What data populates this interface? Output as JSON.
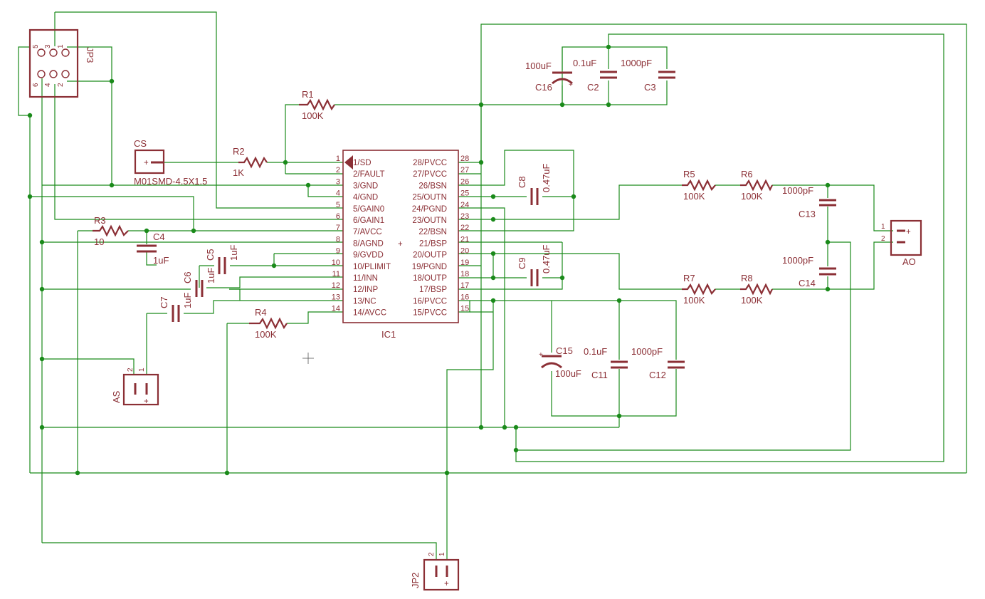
{
  "ic1": {
    "name": "IC1",
    "pins_left": [
      "1/SD",
      "2/FAULT",
      "3/GND",
      "4/GND",
      "5/GAIN0",
      "6/GAIN1",
      "7/AVCC",
      "8/AGND",
      "9/GVDD",
      "10/PLIMIT",
      "11/INN",
      "12/INP",
      "13/NC",
      "14/AVCC"
    ],
    "pins_right": [
      "28/PVCC",
      "27/PVCC",
      "26/BSN",
      "25/OUTN",
      "24/PGND",
      "23/OUTN",
      "22/BSN",
      "21/BSP",
      "20/OUTP",
      "19/PGND",
      "18/OUTP",
      "17/BSP",
      "16/PVCC",
      "15/PVCC"
    ],
    "nums_left": [
      "1",
      "2",
      "3",
      "4",
      "5",
      "6",
      "7",
      "8",
      "9",
      "10",
      "11",
      "12",
      "13",
      "14"
    ],
    "nums_right": [
      "28",
      "27",
      "26",
      "25",
      "24",
      "23",
      "22",
      "21",
      "20",
      "19",
      "18",
      "17",
      "16",
      "15"
    ]
  },
  "resistors": {
    "r1": {
      "name": "R1",
      "value": "100K"
    },
    "r2": {
      "name": "R2",
      "value": "1K"
    },
    "r3": {
      "name": "R3",
      "value": "10"
    },
    "r4": {
      "name": "R4",
      "value": "100K"
    },
    "r5": {
      "name": "R5",
      "value": "100K"
    },
    "r6": {
      "name": "R6",
      "value": "100K"
    },
    "r7": {
      "name": "R7",
      "value": "100K"
    },
    "r8": {
      "name": "R8",
      "value": "100K"
    }
  },
  "capacitors": {
    "c2": {
      "name": "C2",
      "value": "0.1uF"
    },
    "c3": {
      "name": "C3",
      "value": "1000pF"
    },
    "c4": {
      "name": "C4",
      "value": "1uF"
    },
    "c5": {
      "name": "C5",
      "value": "1uF"
    },
    "c6": {
      "name": "C6",
      "value": "1uF"
    },
    "c7": {
      "name": "C7",
      "value": "1uF"
    },
    "c8": {
      "name": "C8",
      "value": "0.47uF"
    },
    "c9": {
      "name": "C9",
      "value": "0.47uF"
    },
    "c11": {
      "name": "C11",
      "value": "0.1uF"
    },
    "c12": {
      "name": "C12",
      "value": "1000pF"
    },
    "c13": {
      "name": "C13",
      "value": "1000pF"
    },
    "c14": {
      "name": "C14",
      "value": "1000pF"
    },
    "c15": {
      "name": "C15",
      "value": "100uF"
    },
    "c16": {
      "name": "C16",
      "value": "100uF"
    }
  },
  "connectors": {
    "cs": {
      "name": "CS",
      "package": "M01SMD-4.5X1.5"
    },
    "as": {
      "name": "AS",
      "pin1": "1",
      "pin2": "2"
    },
    "ao": {
      "name": "AO",
      "pin1": "1",
      "pin2": "2"
    },
    "jp2": {
      "name": "JP2",
      "pin1": "1",
      "pin2": "2"
    },
    "jp3": {
      "name": "JP3",
      "pins_top": [
        "5",
        "3",
        "1"
      ],
      "pins_bottom": [
        "6",
        "4",
        "2"
      ]
    }
  },
  "colors": {
    "wire": "#1a8a1a",
    "part": "#8b2f35",
    "background": "#ffffff"
  }
}
